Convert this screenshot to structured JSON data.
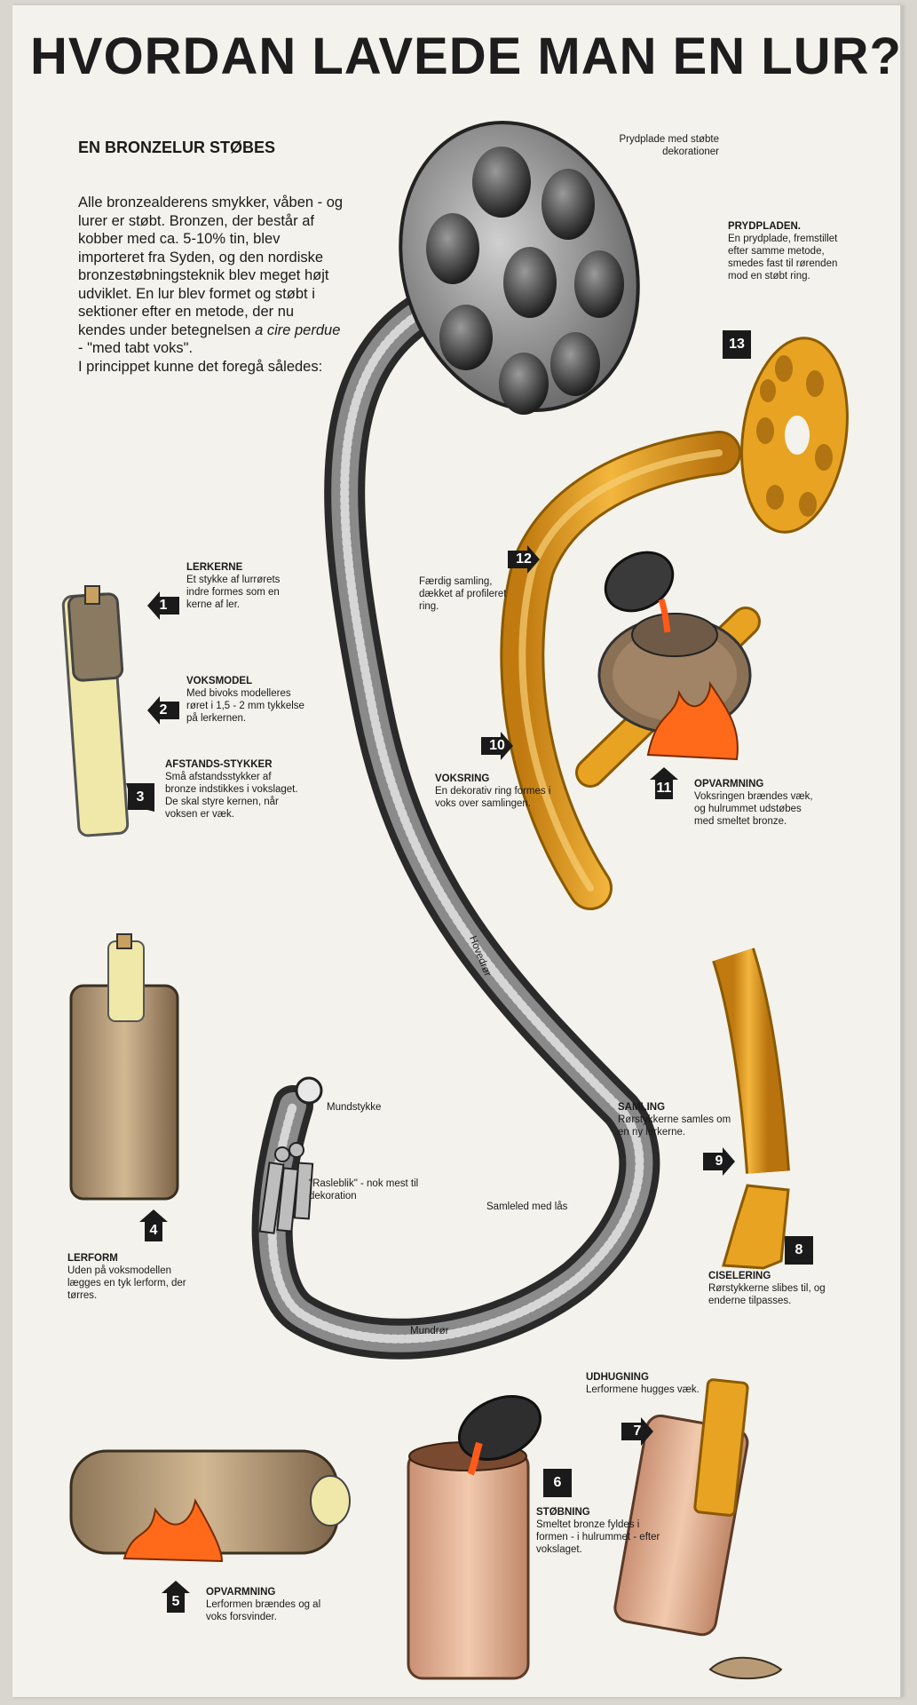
{
  "title": "HVORDAN LAVEDE MAN EN LUR?",
  "subtitle": "EN BRONZELUR STØBES",
  "intro": {
    "text_a": "Alle bronzealderens smykker, våben - og lurer er støbt. Bronzen, der består af kobber med ca. 5-10% tin, blev importeret fra Syden, og den nordiske bronzestøbningsteknik blev meget højt udviklet. En lur blev formet og støbt i sektioner efter en metode, der nu kendes under betegnelsen ",
    "text_italic": "a cire perdue",
    "text_b": " - \"med tabt voks\".",
    "text_c": "I princippet kunne det foregå således:"
  },
  "colors": {
    "orange": "#e8a322",
    "clay": "#b89b76",
    "arrow": "#1a1a1a",
    "flame": "#ff6a1a",
    "bronze": "#555555"
  },
  "steps": [
    {
      "num": "1",
      "heading": "LERKERNE",
      "text": "Et stykke af lurrørets indre formes som en kerne af ler."
    },
    {
      "num": "2",
      "heading": "VOKSMODEL",
      "text": "Med bivoks modelleres røret i 1,5 - 2 mm tykkelse på lerkernen."
    },
    {
      "num": "3",
      "heading": "AFSTANDS-STYKKER",
      "text": "Små afstandsstykker af bronze indstikkes i vokslaget. De skal styre kernen, når voksen er væk."
    },
    {
      "num": "4",
      "heading": "LERFORM",
      "text": "Uden på voksmodellen lægges en tyk lerform, der tørres."
    },
    {
      "num": "5",
      "heading": "OPVARMNING",
      "text": "Lerformen brændes og al voks forsvinder."
    },
    {
      "num": "6",
      "heading": "STØBNING",
      "text": "Smeltet bronze fyldes i formen - i hulrummet - efter vokslaget."
    },
    {
      "num": "7",
      "heading": "UDHUGNING",
      "text": "Lerformene hugges væk."
    },
    {
      "num": "8",
      "heading": "CISELERING",
      "text": "Rørstykkerne slibes til, og enderne tilpasses."
    },
    {
      "num": "9",
      "heading": "SAMLING",
      "text": "Rørstykkerne samles om en ny lerkerne."
    },
    {
      "num": "10",
      "heading": "VOKSRING",
      "text": "En dekorativ ring formes i voks over samlingen."
    },
    {
      "num": "11",
      "heading": "OPVARMNING",
      "text": "Voksringen brændes væk, og hulrummet udstøbes med smeltet bronze."
    },
    {
      "num": "12",
      "heading": "",
      "text": "Færdig samling, dækket af profileret ring."
    },
    {
      "num": "13",
      "heading": "PRYDPLADEN.",
      "text": "En prydplade, fremstillet efter samme metode, smedes fast til rørenden mod en støbt ring."
    }
  ],
  "parts": {
    "prydplade": "Prydplade med støbte dekorationer",
    "hovedror": "Hovedrør",
    "mundstykke": "Mundstykke",
    "rasleblik": "\"Rasleblik\" - nok mest til dekoration",
    "samleled": "Samleled med lås",
    "mundror": "Mundrør"
  }
}
